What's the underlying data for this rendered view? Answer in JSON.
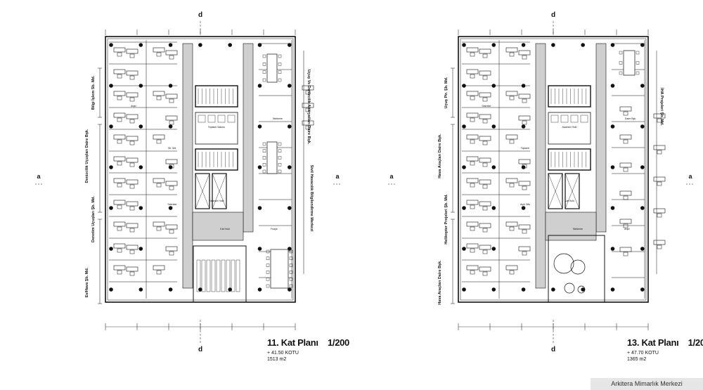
{
  "plans": [
    {
      "id": "floor-11",
      "title": "11. Kat Planı",
      "scale": "1/200",
      "elevation": "+ 41.50 KOTU",
      "area": "1513 m2",
      "section_labels": [
        "d",
        "d",
        "a",
        "a"
      ],
      "side_labels": [
        "Bilgi İşlem Sb. Md.",
        "Denizcilik Uçuşları Daire Bşk.",
        "Denetim Uçuşları Şb. Md.",
        "Ev/Hava Şb. Md.",
        "Uçuş Ve Denizcilik Akaryatları Daire Bşk.",
        "Sivil Havacılık Bilgilendirme Merkezi"
      ],
      "room_labels": [
        "Toplantı Salonu",
        "Asansör Holü",
        "Kat Holü",
        "Fuaye",
        "Bekleme",
        "Arşiv",
        "Sb. Md.",
        "Sekreter"
      ]
    },
    {
      "id": "floor-13",
      "title": "13. Kat Planı",
      "scale": "1/200",
      "elevation": "+ 47.70 KOTU",
      "area": "1365 m2",
      "section_labels": [
        "d",
        "d",
        "a",
        "a"
      ],
      "side_labels": [
        "Uçuş Ptr. Şb. Md.",
        "Hava Araçları Daire Bşk.",
        "Helikopter Projeleri Şb. Md.",
        "Hava Araçları Daire Bşk.",
        "İHA Projeleri Şb. Md."
      ],
      "room_labels": [
        "Asansör Holü",
        "Kat Holü",
        "Bekleme",
        "Arşiv",
        "Daire Bşk.",
        "Sekreter",
        "Toplantı",
        "Açık Ofis"
      ]
    }
  ],
  "credit": "Arkitera Mimarlık Merkezi"
}
